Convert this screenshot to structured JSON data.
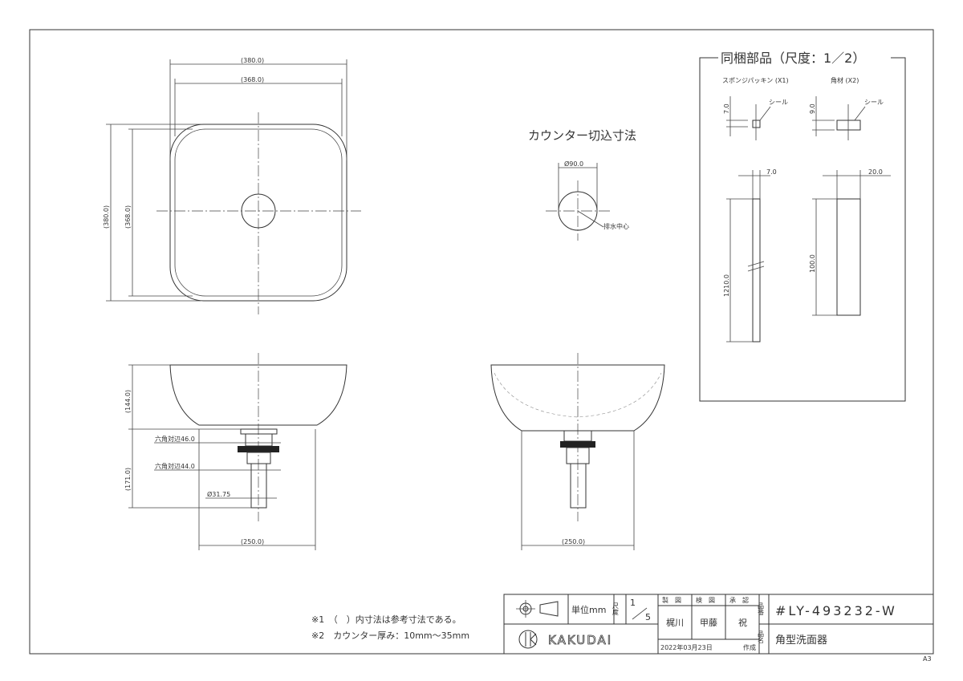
{
  "sheet_size": "A3",
  "top_view": {
    "outer_width": "(380.0)",
    "inner_width": "(368.0)",
    "outer_height": "(380.0)",
    "inner_height": "(368.0)"
  },
  "counter_cutout": {
    "title": "カウンター切込寸法",
    "diameter": "Ø90.0",
    "drain_center": "排水中心"
  },
  "side_view": {
    "bowl_height": "(144.0)",
    "drain_height": "(171.0)",
    "hex1": "六角対辺46.0",
    "hex2": "六角対辺44.0",
    "pipe_dia": "Ø31.75",
    "base_width": "(250.0)"
  },
  "front_view": {
    "base_width": "(250.0)"
  },
  "parts": {
    "title": "同梱部品（尺度：1／2）",
    "sponge": {
      "label": "スポンジパッキン (X1)",
      "thickness": "7.0",
      "seal": "シール",
      "width": "7.0",
      "length": "1210.0"
    },
    "block": {
      "label": "角材 (X2)",
      "thickness": "9.0",
      "seal": "シール",
      "width": "20.0",
      "length": "100.0"
    }
  },
  "notes": [
    "※1　（　）内寸法は参考寸法である。",
    "※2　カウンター厚み：10mm〜35mm"
  ],
  "title_block": {
    "unit": "単位mm",
    "scale_label": "尺度",
    "scale_num": "1",
    "scale_den": "5",
    "drawn_label": "製　図",
    "checked_label": "検　図",
    "approved_label": "承　認",
    "drawn": "梶川",
    "checked": "甲藤",
    "approved": "祝",
    "date": "2022年03月23日",
    "created": "作成",
    "part_no_label": "品番",
    "part_no": "#LY-493232-W",
    "part_name_label": "品名",
    "part_name": "角型洗面器",
    "logo": "KAKUDAI"
  }
}
